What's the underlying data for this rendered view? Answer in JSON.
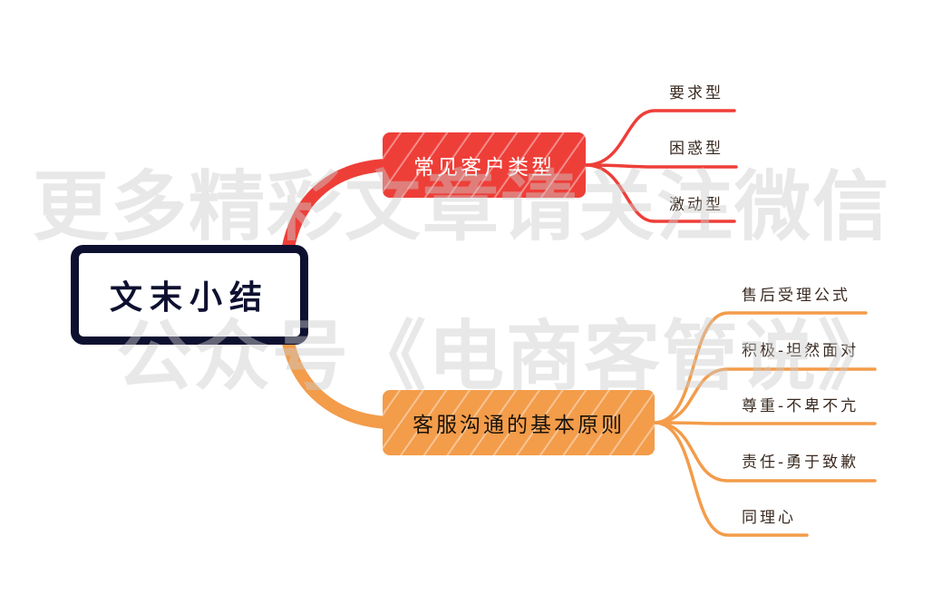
{
  "colors": {
    "root_border": "#0e1030",
    "red_branch": "#ee3e38",
    "orange_branch": "#f39c4a",
    "leaf_text": "#3a2a20",
    "watermark": "#dcdcdc"
  },
  "watermark": {
    "line1": "更多精彩文章请关注微信",
    "line2": "公众号《电商客管说》"
  },
  "mindmap": {
    "root": {
      "label": "文末小结"
    },
    "topics": [
      {
        "label": "常见客户类型",
        "color": "red",
        "children": [
          {
            "label": "要求型"
          },
          {
            "label": "困惑型"
          },
          {
            "label": "激动型"
          }
        ]
      },
      {
        "label": "客服沟通的基本原则",
        "color": "orange",
        "children": [
          {
            "label": "售后受理公式"
          },
          {
            "label": "积极-坦然面对"
          },
          {
            "label": "尊重-不卑不亢"
          },
          {
            "label": "责任-勇于致歉"
          },
          {
            "label": "同理心"
          }
        ]
      }
    ]
  }
}
